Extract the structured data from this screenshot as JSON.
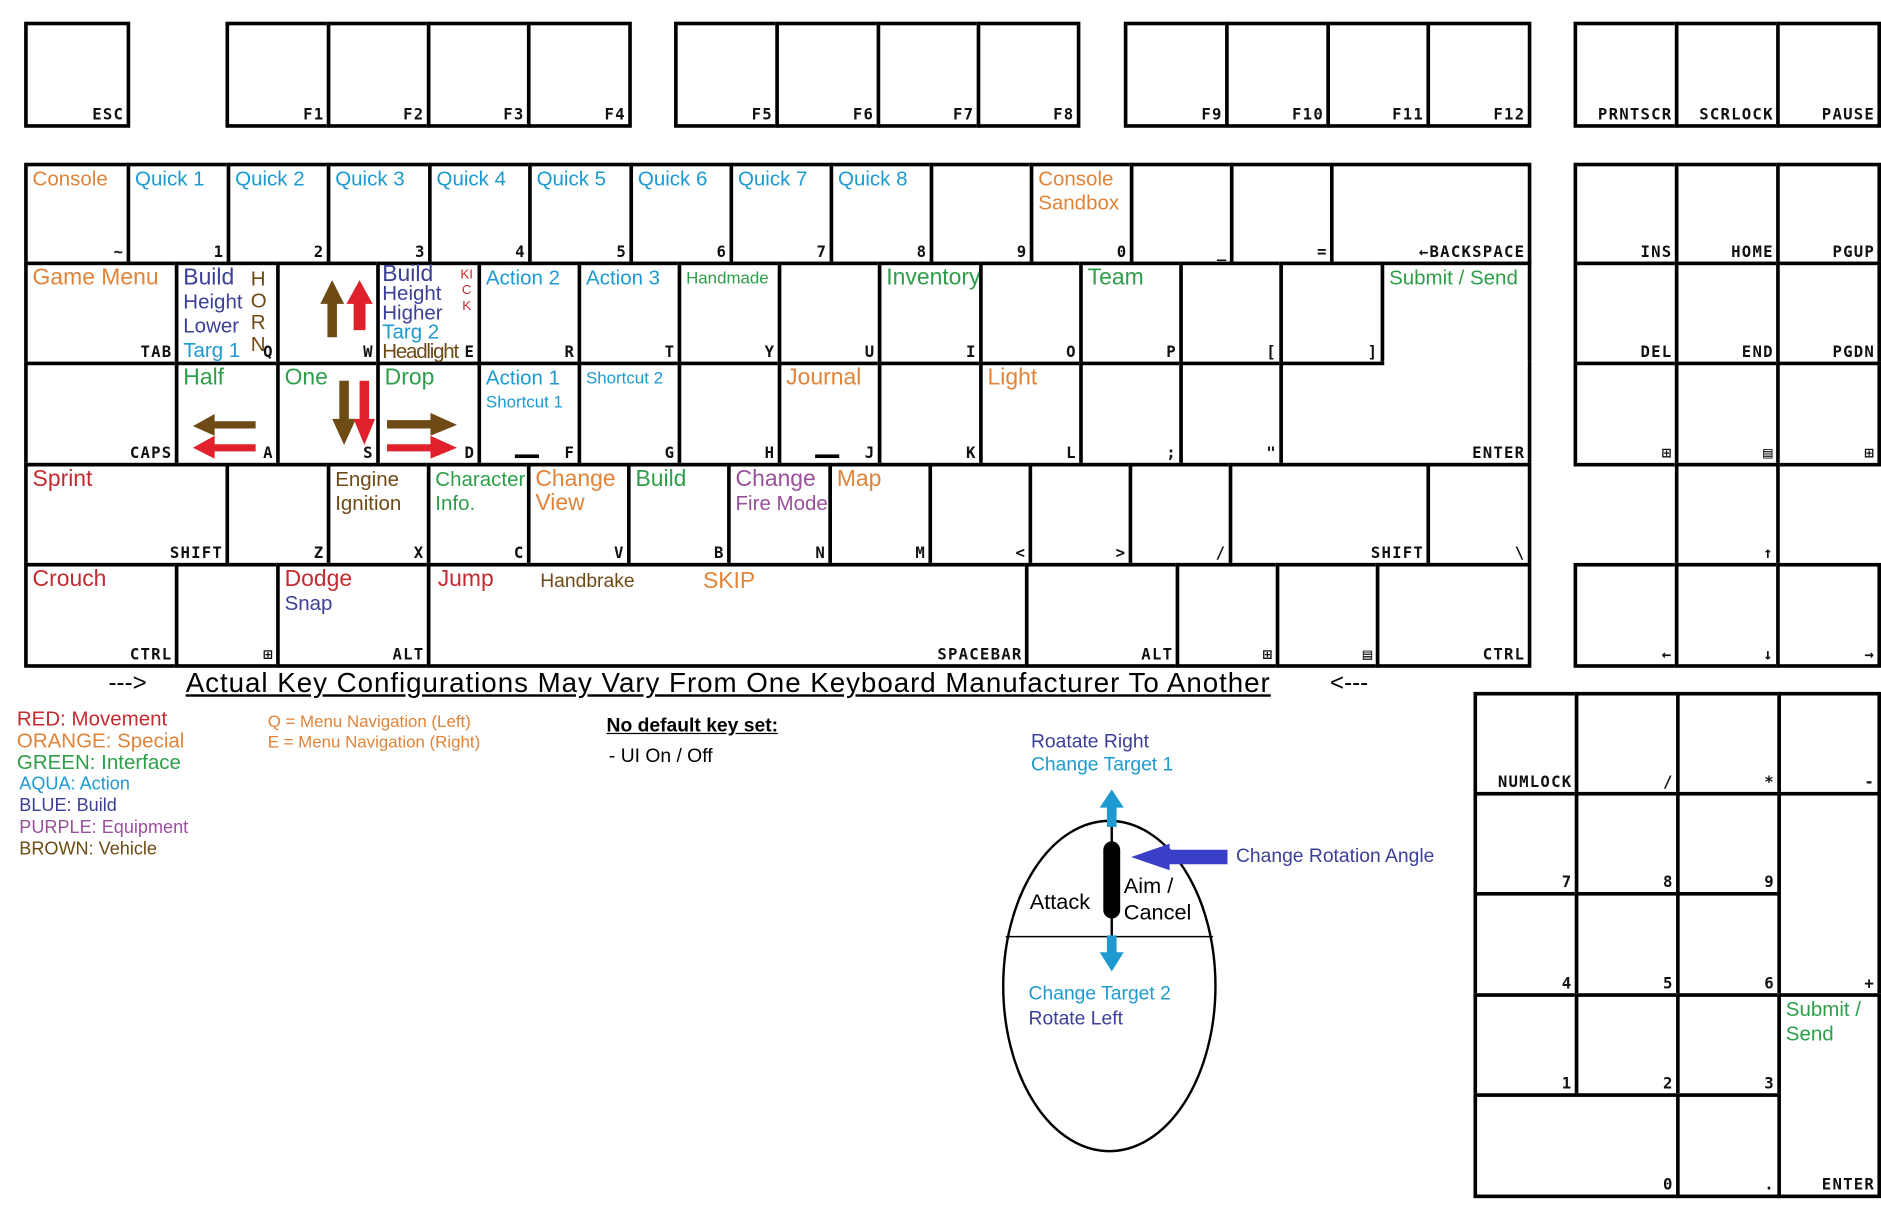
{
  "colors": {
    "red": "#c42a30",
    "orange": "#e0843a",
    "green": "#2e9e4a",
    "aqua": "#1d9ad0",
    "blue": "#3b3f98",
    "purple": "#9a4f9c",
    "brown": "#6e4a14",
    "black": "#000000"
  },
  "function_row": [
    {
      "label": "ESC"
    },
    {
      "label": "F1"
    },
    {
      "label": "F2"
    },
    {
      "label": "F3"
    },
    {
      "label": "F4"
    },
    {
      "label": "F5"
    },
    {
      "label": "F6"
    },
    {
      "label": "F7"
    },
    {
      "label": "F8"
    },
    {
      "label": "F9"
    },
    {
      "label": "F10"
    },
    {
      "label": "F11"
    },
    {
      "label": "F12"
    },
    {
      "label": "PRNTSCR"
    },
    {
      "label": "SCRLOCK"
    },
    {
      "label": "PAUSE"
    }
  ],
  "main_rows": [
    [
      {
        "label": "~",
        "actions": [
          {
            "t": "Console",
            "c": "orange"
          }
        ]
      },
      {
        "label": "1",
        "actions": [
          {
            "t": "Quick 1",
            "c": "aqua"
          }
        ]
      },
      {
        "label": "2",
        "actions": [
          {
            "t": "Quick 2",
            "c": "aqua"
          }
        ]
      },
      {
        "label": "3",
        "actions": [
          {
            "t": "Quick 3",
            "c": "aqua"
          }
        ]
      },
      {
        "label": "4",
        "actions": [
          {
            "t": "Quick 4",
            "c": "aqua"
          }
        ]
      },
      {
        "label": "5",
        "actions": [
          {
            "t": "Quick 5",
            "c": "aqua"
          }
        ]
      },
      {
        "label": "6",
        "actions": [
          {
            "t": "Quick 6",
            "c": "aqua"
          }
        ]
      },
      {
        "label": "7",
        "actions": [
          {
            "t": "Quick 7",
            "c": "aqua"
          }
        ]
      },
      {
        "label": "8",
        "actions": [
          {
            "t": "Quick 8",
            "c": "aqua"
          }
        ]
      },
      {
        "label": "9",
        "actions": []
      },
      {
        "label": "0",
        "actions": [
          {
            "t": "Console",
            "c": "orange"
          },
          {
            "t": "Sandbox",
            "c": "orange"
          }
        ]
      },
      {
        "label": "_",
        "actions": []
      },
      {
        "label": "=",
        "actions": []
      },
      {
        "label": "←BACKSPACE",
        "actions": []
      }
    ],
    [
      {
        "label": "TAB",
        "actions": [
          {
            "t": "Game Menu",
            "c": "orange"
          }
        ]
      },
      {
        "label": "Q",
        "actions": [
          {
            "t": "Build",
            "c": "blue"
          },
          {
            "t": "Height",
            "c": "blue"
          },
          {
            "t": "Lower",
            "c": "blue"
          },
          {
            "t": "Targ 1",
            "c": "aqua"
          },
          {
            "t": "HORN",
            "c": "brown"
          }
        ]
      },
      {
        "label": "W",
        "actions": [],
        "icon": "arrow-up-pair-icon"
      },
      {
        "label": "E",
        "actions": [
          {
            "t": "Build",
            "c": "blue"
          },
          {
            "t": "Height",
            "c": "blue"
          },
          {
            "t": "Higher",
            "c": "blue"
          },
          {
            "t": "Targ 2",
            "c": "aqua"
          },
          {
            "t": "Headlight",
            "c": "brown"
          },
          {
            "t": "KICK",
            "c": "red"
          }
        ]
      },
      {
        "label": "R",
        "actions": [
          {
            "t": "Action 2",
            "c": "aqua"
          }
        ]
      },
      {
        "label": "T",
        "actions": [
          {
            "t": "Action 3",
            "c": "aqua"
          }
        ]
      },
      {
        "label": "Y",
        "actions": [
          {
            "t": "Handmade",
            "c": "green"
          }
        ]
      },
      {
        "label": "U",
        "actions": []
      },
      {
        "label": "I",
        "actions": [
          {
            "t": "Inventory",
            "c": "green"
          }
        ]
      },
      {
        "label": "O",
        "actions": []
      },
      {
        "label": "P",
        "actions": [
          {
            "t": "Team",
            "c": "green"
          }
        ]
      },
      {
        "label": "[",
        "actions": []
      },
      {
        "label": "]",
        "actions": []
      },
      {
        "label": "",
        "actions": [
          {
            "t": "Submit / Send",
            "c": "green"
          }
        ]
      }
    ],
    [
      {
        "label": "CAPS",
        "actions": []
      },
      {
        "label": "A",
        "actions": [
          {
            "t": "Half",
            "c": "green"
          }
        ],
        "icon": "arrow-left-pair-icon"
      },
      {
        "label": "S",
        "actions": [
          {
            "t": "One",
            "c": "green"
          }
        ],
        "icon": "arrow-down-pair-icon"
      },
      {
        "label": "D",
        "actions": [
          {
            "t": "Drop",
            "c": "green"
          }
        ],
        "icon": "arrow-right-pair-icon"
      },
      {
        "label": "F",
        "actions": [
          {
            "t": "Action 1",
            "c": "aqua"
          },
          {
            "t": "Shortcut 1",
            "c": "aqua"
          }
        ],
        "mark": true
      },
      {
        "label": "G",
        "actions": [
          {
            "t": "Shortcut 2",
            "c": "aqua"
          }
        ]
      },
      {
        "label": "H",
        "actions": []
      },
      {
        "label": "J",
        "actions": [
          {
            "t": "Journal",
            "c": "orange"
          }
        ],
        "mark": true
      },
      {
        "label": "K",
        "actions": []
      },
      {
        "label": "L",
        "actions": [
          {
            "t": "Light",
            "c": "orange"
          }
        ]
      },
      {
        "label": ";",
        "actions": []
      },
      {
        "label": "\"",
        "actions": []
      },
      {
        "label": "ENTER",
        "actions": []
      }
    ],
    [
      {
        "label": "SHIFT",
        "actions": [
          {
            "t": "Sprint",
            "c": "red"
          }
        ]
      },
      {
        "label": "Z",
        "actions": []
      },
      {
        "label": "X",
        "actions": [
          {
            "t": "Engine",
            "c": "brown"
          },
          {
            "t": "Ignition",
            "c": "brown"
          }
        ]
      },
      {
        "label": "C",
        "actions": [
          {
            "t": "Character",
            "c": "green"
          },
          {
            "t": "Info.",
            "c": "green"
          }
        ]
      },
      {
        "label": "V",
        "actions": [
          {
            "t": "Change",
            "c": "orange"
          },
          {
            "t": "View",
            "c": "orange"
          }
        ]
      },
      {
        "label": "B",
        "actions": [
          {
            "t": "Build",
            "c": "green"
          }
        ]
      },
      {
        "label": "N",
        "actions": [
          {
            "t": "Change",
            "c": "purple"
          },
          {
            "t": "Fire Mode",
            "c": "purple"
          }
        ]
      },
      {
        "label": "M",
        "actions": [
          {
            "t": "Map",
            "c": "orange"
          }
        ]
      },
      {
        "label": "<",
        "actions": []
      },
      {
        "label": ">",
        "actions": []
      },
      {
        "label": "/",
        "actions": []
      },
      {
        "label": "SHIFT",
        "actions": []
      },
      {
        "label": "\\",
        "actions": []
      }
    ],
    [
      {
        "label": "CTRL",
        "actions": [
          {
            "t": "Crouch",
            "c": "red"
          }
        ]
      },
      {
        "label": "⊞",
        "actions": []
      },
      {
        "label": "ALT",
        "actions": [
          {
            "t": "Dodge",
            "c": "red"
          },
          {
            "t": "Snap",
            "c": "blue"
          }
        ]
      },
      {
        "label": "SPACEBAR",
        "actions": [
          {
            "t": "Jump",
            "c": "red"
          },
          {
            "t": "Handbrake",
            "c": "brown"
          },
          {
            "t": "SKIP",
            "c": "orange"
          }
        ]
      },
      {
        "label": "ALT",
        "actions": []
      },
      {
        "label": "⊞",
        "actions": []
      },
      {
        "label": "▤",
        "actions": []
      },
      {
        "label": "CTRL",
        "actions": []
      }
    ]
  ],
  "nav_keys": [
    {
      "label": "INS"
    },
    {
      "label": "HOME"
    },
    {
      "label": "PGUP"
    },
    {
      "label": "DEL"
    },
    {
      "label": "END"
    },
    {
      "label": "PGDN"
    },
    {
      "label": "⊞"
    },
    {
      "label": "▤"
    },
    {
      "label": "⊞"
    },
    {
      "label": "↑"
    },
    {
      "label": "←"
    },
    {
      "label": "↓"
    },
    {
      "label": "→"
    }
  ],
  "numpad": [
    {
      "label": "NUMLOCK"
    },
    {
      "label": "/"
    },
    {
      "label": "*"
    },
    {
      "label": "-"
    },
    {
      "label": "7"
    },
    {
      "label": "8"
    },
    {
      "label": "9"
    },
    {
      "label": "+"
    },
    {
      "label": "4"
    },
    {
      "label": "5"
    },
    {
      "label": "6"
    },
    {
      "label": "1"
    },
    {
      "label": "2"
    },
    {
      "label": "3"
    },
    {
      "label": "ENTER",
      "actions": [
        {
          "t": "Submit /",
          "c": "green"
        },
        {
          "t": "Send",
          "c": "green"
        }
      ]
    },
    {
      "label": "0"
    },
    {
      "label": "."
    }
  ],
  "notice": {
    "left": "--->",
    "text": "Actual Key Configurations May Vary From One Keyboard Manufacturer To Another",
    "right": "<---"
  },
  "legend": [
    {
      "t": "RED: Movement",
      "c": "red"
    },
    {
      "t": "ORANGE: Special",
      "c": "orange"
    },
    {
      "t": "GREEN: Interface",
      "c": "green"
    },
    {
      "t": "AQUA: Action",
      "c": "aqua"
    },
    {
      "t": "BLUE: Build",
      "c": "blue"
    },
    {
      "t": "PURPLE: Equipment",
      "c": "purple"
    },
    {
      "t": "BROWN: Vehicle",
      "c": "brown"
    }
  ],
  "menu_nav": [
    "Q = Menu Navigation (Left)",
    "E = Menu Navigation (Right)"
  ],
  "no_default": {
    "title": "No default key set:",
    "items": [
      "- UI On / Off"
    ]
  },
  "mouse": {
    "scroll_up_1": "Roatate Right",
    "scroll_up_2": "Change Target 1",
    "wheel": "Change Rotation Angle",
    "left": "Attack",
    "right_1": "Aim /",
    "right_2": "Cancel",
    "scroll_down_1": "Change Target 2",
    "scroll_down_2": "Rotate Left"
  }
}
